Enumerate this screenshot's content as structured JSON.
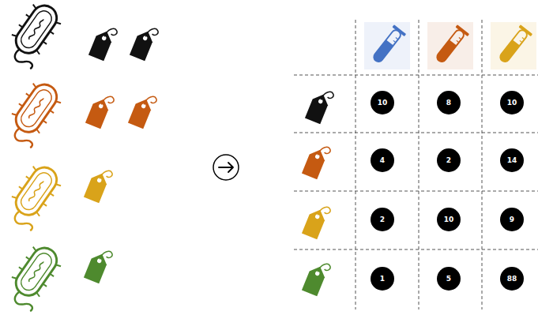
{
  "diagram": {
    "nodes": [
      {
        "text": [
          "10"
        ]
      },
      {
        "text": [
          "8"
        ]
      },
      {
        "text": [
          "10"
        ]
      },
      {
        "text": [
          "4"
        ]
      },
      {
        "text": [
          "2"
        ]
      },
      {
        "text": [
          "14"
        ]
      },
      {
        "text": [
          "2"
        ]
      },
      {
        "text": [
          "10"
        ]
      },
      {
        "text": [
          "9"
        ]
      },
      {
        "text": [
          "1"
        ]
      },
      {
        "text": [
          "5"
        ]
      },
      {
        "text": [
          "88"
        ]
      }
    ]
  }
}
